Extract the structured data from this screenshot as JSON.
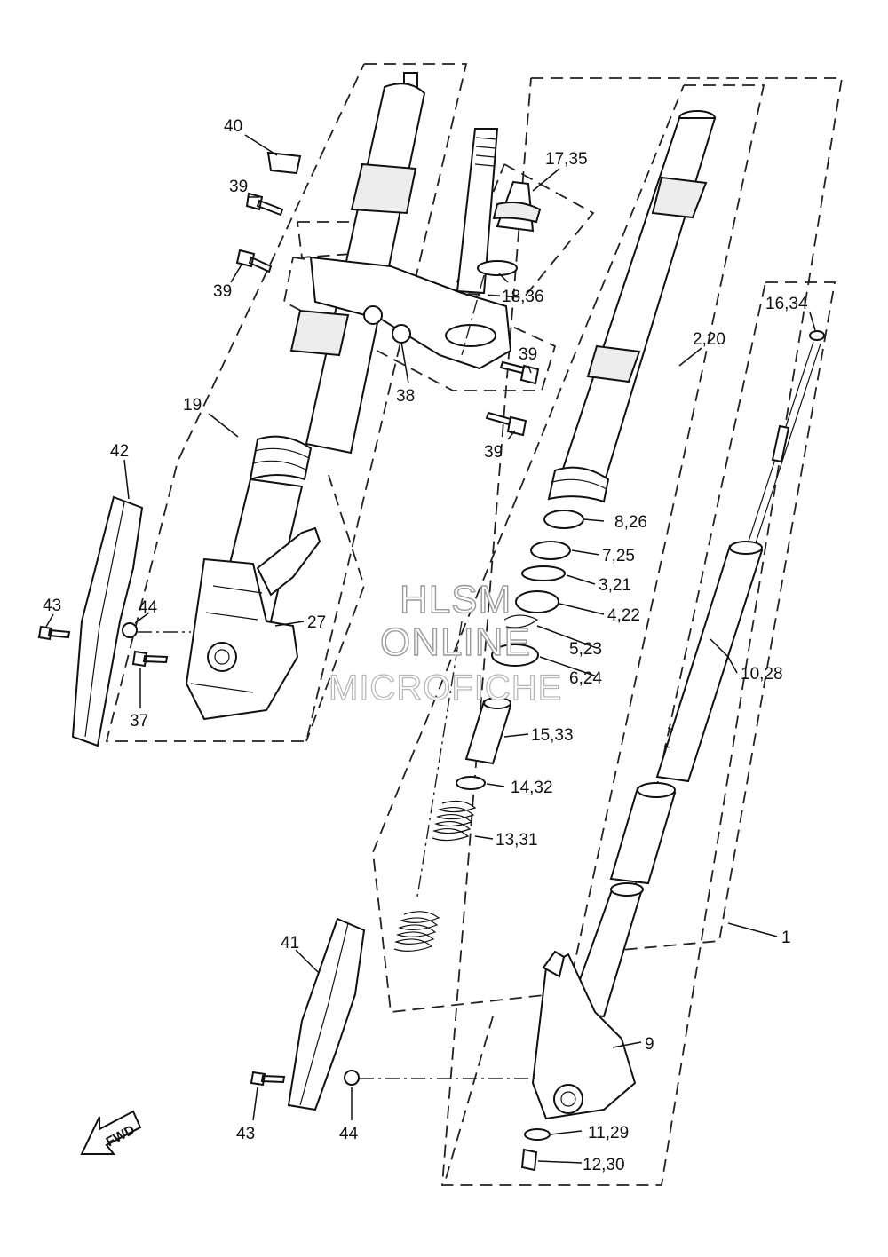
{
  "watermark": {
    "line1": "HLSM",
    "line2": "ONLINE",
    "line3": "MICROFICHE"
  },
  "direction_arrow": "FWD",
  "callouts": [
    {
      "id": "c40",
      "label": "40"
    },
    {
      "id": "c39a",
      "label": "39"
    },
    {
      "id": "c39b",
      "label": "39"
    },
    {
      "id": "c17_35",
      "label": "17,35"
    },
    {
      "id": "c18_36",
      "label": "18,36"
    },
    {
      "id": "c39c",
      "label": "39"
    },
    {
      "id": "c38",
      "label": "38"
    },
    {
      "id": "c39d",
      "label": "39"
    },
    {
      "id": "c16_34",
      "label": "16,34"
    },
    {
      "id": "c2_20",
      "label": "2,20"
    },
    {
      "id": "c19",
      "label": "19"
    },
    {
      "id": "c42",
      "label": "42"
    },
    {
      "id": "c8_26",
      "label": "8,26"
    },
    {
      "id": "c7_25",
      "label": "7,25"
    },
    {
      "id": "c3_21",
      "label": "3,21"
    },
    {
      "id": "c4_22",
      "label": "4,22"
    },
    {
      "id": "c43a",
      "label": "43"
    },
    {
      "id": "c44a",
      "label": "44"
    },
    {
      "id": "c27",
      "label": "27"
    },
    {
      "id": "c5_23",
      "label": "5,23"
    },
    {
      "id": "c6_24",
      "label": "6,24"
    },
    {
      "id": "c10_28",
      "label": "10,28"
    },
    {
      "id": "c37",
      "label": "37"
    },
    {
      "id": "c15_33",
      "label": "15,33"
    },
    {
      "id": "c14_32",
      "label": "14,32"
    },
    {
      "id": "c13_31",
      "label": "13,31"
    },
    {
      "id": "c41",
      "label": "41"
    },
    {
      "id": "c1",
      "label": "1"
    },
    {
      "id": "c9",
      "label": "9"
    },
    {
      "id": "c43b",
      "label": "43"
    },
    {
      "id": "c44b",
      "label": "44"
    },
    {
      "id": "c11_29",
      "label": "11,29"
    },
    {
      "id": "c12_30",
      "label": "12,30"
    }
  ]
}
